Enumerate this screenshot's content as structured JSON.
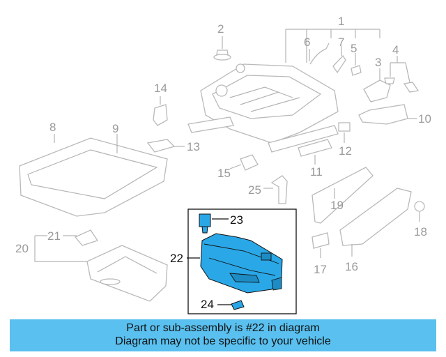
{
  "callouts": {
    "c1": "1",
    "c2": "2",
    "c3": "3",
    "c4": "4",
    "c5": "5",
    "c6": "6",
    "c7": "7",
    "c8": "8",
    "c9": "9",
    "c10": "10",
    "c11": "11",
    "c12": "12",
    "c13": "13",
    "c14": "14",
    "c15": "15",
    "c16": "16",
    "c17": "17",
    "c18": "18",
    "c19": "19",
    "c20": "20",
    "c21": "21",
    "c22": "22",
    "c23": "23",
    "c24": "24",
    "c25": "25"
  },
  "banner": {
    "line1": "Part or sub-assembly is #22 in diagram",
    "line2": "Diagram may not be specific to your vehicle"
  },
  "colors": {
    "banner_bg": "#59c0ef",
    "highlight_fill": "#2aa7e6",
    "line_gray": "#b9b9b9"
  }
}
